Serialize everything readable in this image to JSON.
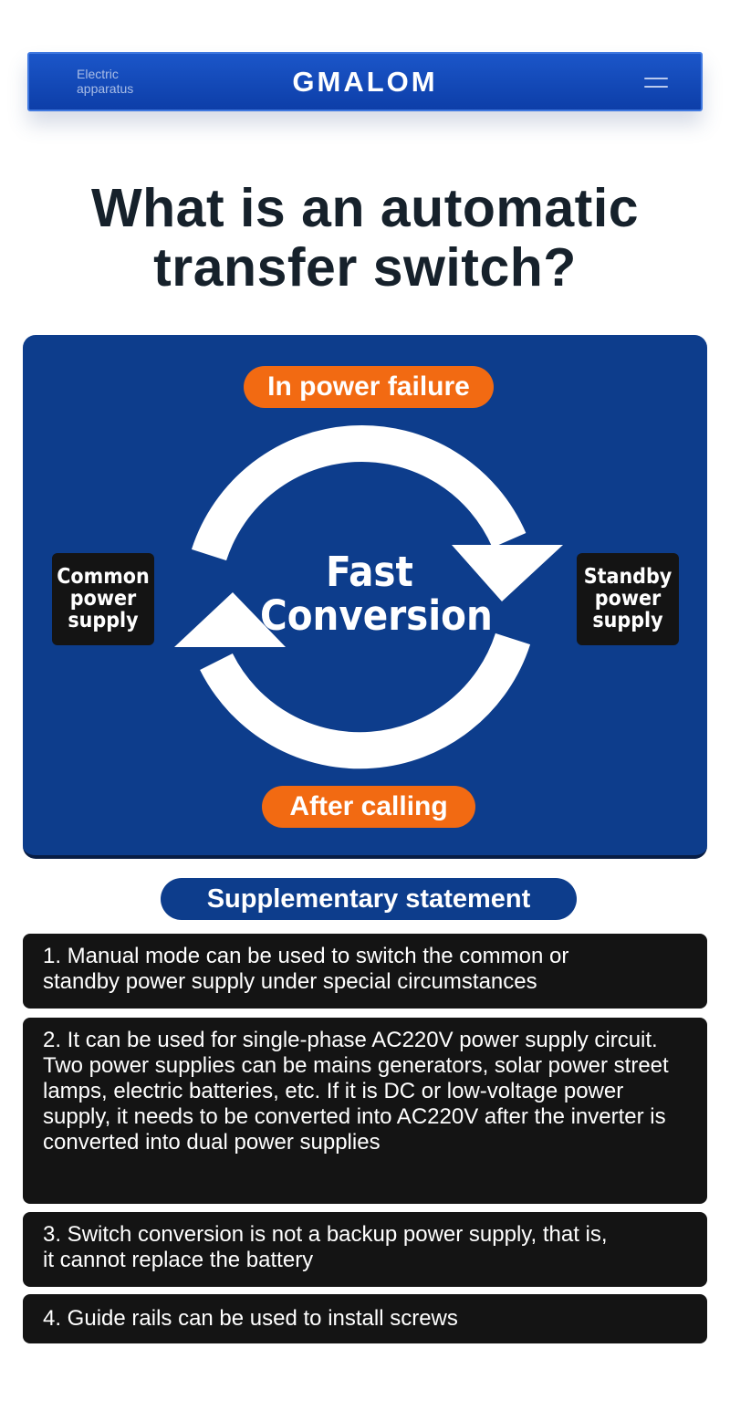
{
  "header": {
    "tagline_line1": "Electric",
    "tagline_line2": "apparatus",
    "brand": "GMALOM",
    "menu_icon": "hamburger-menu-icon"
  },
  "title": {
    "line1": "What is an automatic",
    "line2": "transfer switch?"
  },
  "diagram": {
    "top_label": "In power failure",
    "bottom_label": "After calling",
    "center_line1": "Fast",
    "center_line2": "Conversion",
    "left_box": [
      "Common",
      "power",
      "supply"
    ],
    "right_box": [
      "Standby",
      "power",
      "supply"
    ]
  },
  "supplementary": {
    "heading": "Supplementary statement",
    "items": [
      "1. Manual mode can be used to switch the common or\n    standby power supply under special circumstances",
      "2. It can be used for single-phase AC220V power supply circuit. Two power supplies can be mains generators, solar power street lamps, electric batteries, etc. If it is DC or low-voltage power supply, it needs to be converted into AC220V after the inverter is converted into dual power supplies",
      "3. Switch conversion is not a backup power supply, that is,\n it cannot replace the battery",
      "4. Guide rails can be used to install screws"
    ]
  },
  "colors": {
    "header_blue": "#0d3ea8",
    "panel_blue": "#0d3d8c",
    "accent_orange": "#f26a12",
    "note_black": "#141414"
  }
}
